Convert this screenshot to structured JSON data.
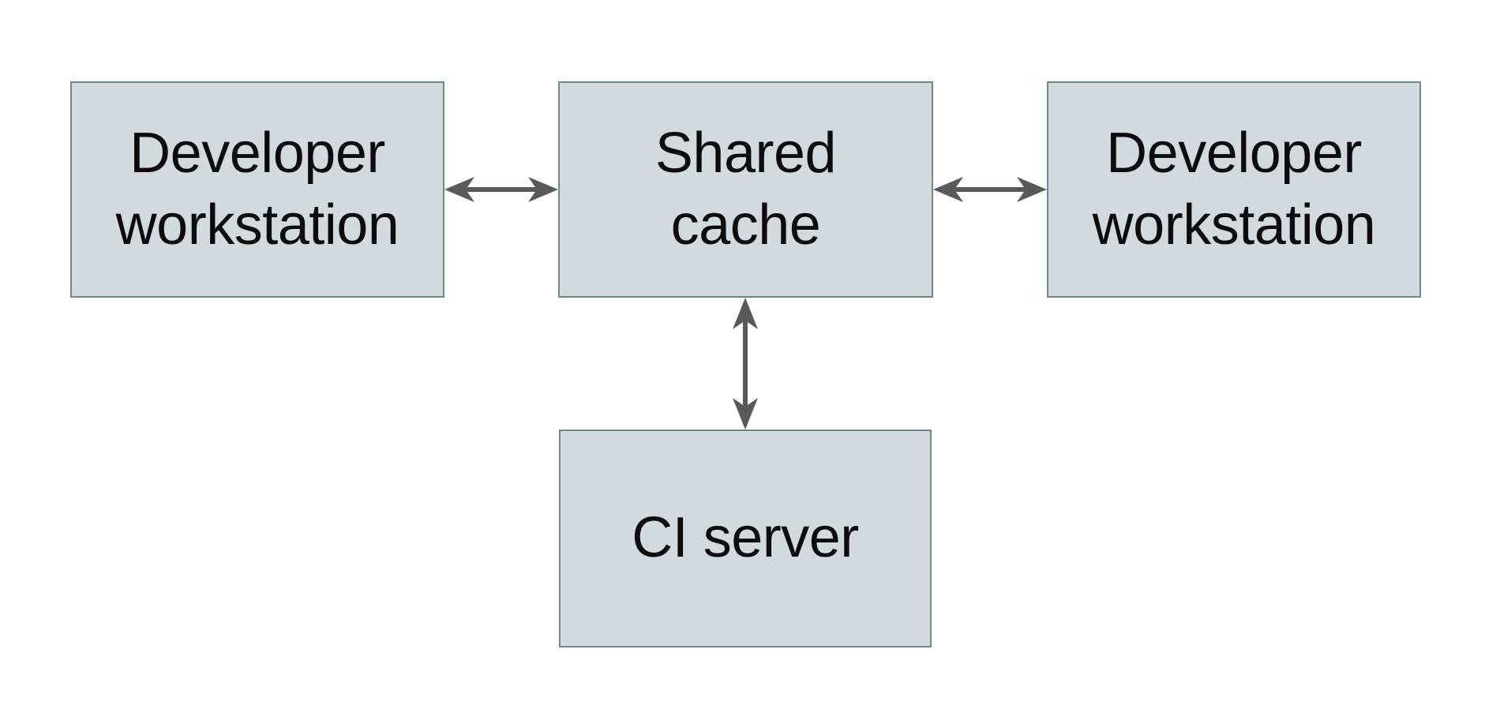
{
  "colors": {
    "background": "#ffffff",
    "node_fill": "#d3dade",
    "node_border": "#71858e",
    "arrow": "#58595b",
    "text": "#0c0c0c"
  },
  "diagram": {
    "nodes": [
      {
        "id": "developer-workstation-left",
        "lines": [
          "Developer",
          "workstation"
        ]
      },
      {
        "id": "shared-cache",
        "lines": [
          "Shared",
          "cache"
        ]
      },
      {
        "id": "developer-workstation-right",
        "lines": [
          "Developer",
          "workstation"
        ]
      },
      {
        "id": "ci-server",
        "lines": [
          "CI server"
        ]
      }
    ],
    "edges": [
      {
        "from": "developer-workstation-left",
        "to": "shared-cache",
        "direction": "bidirectional"
      },
      {
        "from": "shared-cache",
        "to": "developer-workstation-right",
        "direction": "bidirectional"
      },
      {
        "from": "shared-cache",
        "to": "ci-server",
        "direction": "bidirectional"
      }
    ]
  }
}
